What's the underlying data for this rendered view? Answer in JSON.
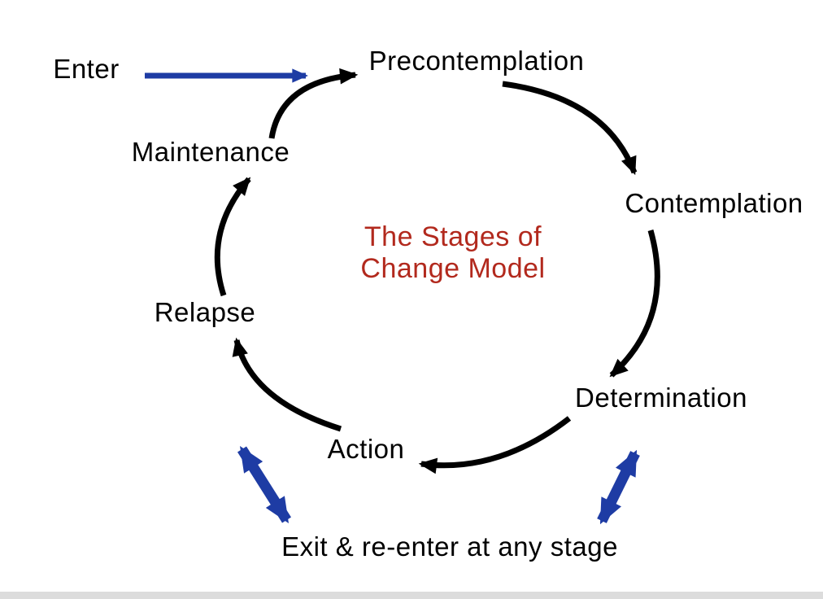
{
  "diagram": {
    "title_line1": "The Stages of",
    "title_line2": "Change Model",
    "enter_label": "Enter",
    "exit_label": "Exit & re-enter at any stage",
    "stages": [
      {
        "label": "Precontemplation"
      },
      {
        "label": "Contemplation"
      },
      {
        "label": "Determination"
      },
      {
        "label": "Action"
      },
      {
        "label": "Relapse"
      },
      {
        "label": "Maintenance"
      }
    ],
    "transitions": [
      {
        "from": "Enter",
        "to": "Precontemplation"
      },
      {
        "from": "Precontemplation",
        "to": "Contemplation"
      },
      {
        "from": "Contemplation",
        "to": "Determination"
      },
      {
        "from": "Determination",
        "to": "Action"
      },
      {
        "from": "Action",
        "to": "Relapse"
      },
      {
        "from": "Relapse",
        "to": "Maintenance"
      },
      {
        "from": "Maintenance",
        "to": "Precontemplation"
      }
    ],
    "exit_arrows": [
      {
        "position": "below Action",
        "direction": "bidirectional"
      },
      {
        "position": "below Determination",
        "direction": "bidirectional"
      }
    ],
    "colors": {
      "text_black": "#000000",
      "arrow_black": "#000000",
      "accent_blue": "#1e3ca4",
      "title_red": "#b2291d",
      "footer_bar": "#dcdcdc"
    }
  }
}
